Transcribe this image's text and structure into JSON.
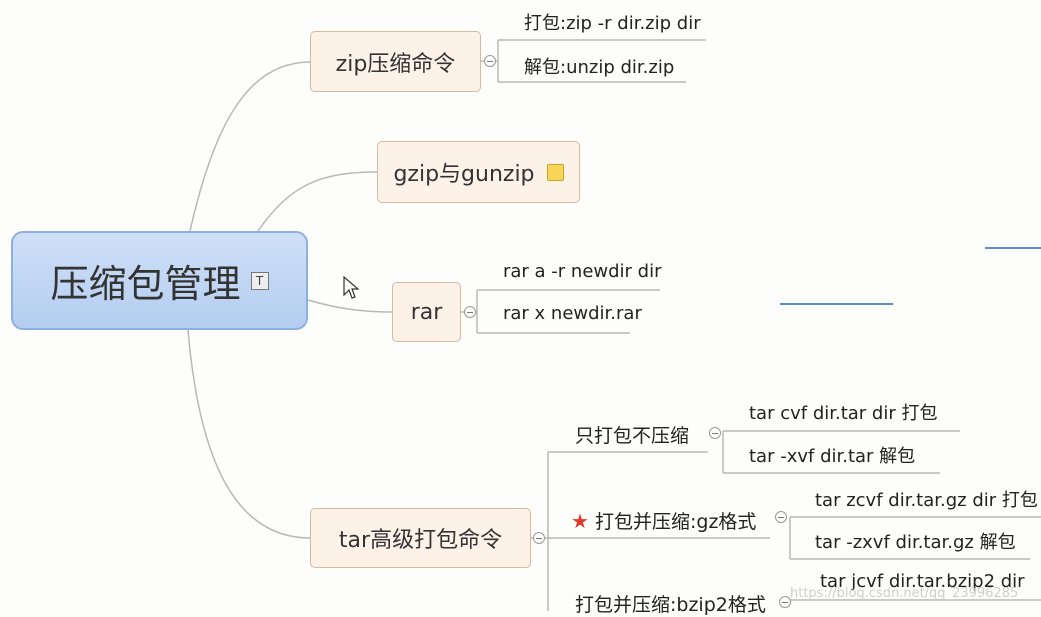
{
  "root": {
    "label": "压缩包管理",
    "icon": "T"
  },
  "branches": {
    "zip": {
      "label": "zip压缩命令",
      "leaves": [
        "打包:zip -r dir.zip dir",
        "解包:unzip dir.zip"
      ]
    },
    "gzip": {
      "label": "gzip与gunzip",
      "icon": "note-icon"
    },
    "rar": {
      "label": "rar",
      "leaves": [
        "rar a -r newdir dir",
        "rar x newdir.rar"
      ]
    },
    "tar": {
      "label": "tar高级打包命令",
      "groups": [
        {
          "label": "只打包不压缩",
          "leaves": [
            "tar cvf dir.tar dir    打包",
            "tar -xvf dir.tar    解包"
          ]
        },
        {
          "label": "打包并压缩:gz格式",
          "icon": "star-icon",
          "leaves": [
            "tar zcvf dir.tar.gz dir    打包",
            "tar -zxvf dir.tar.gz 解包"
          ]
        },
        {
          "label": "打包并压缩:bzip2格式",
          "leaves": [
            "tar jcvf dir.tar.bzip2 dir"
          ]
        }
      ]
    }
  },
  "watermark": "https://blog.csdn.net/qq_23996285",
  "colors": {
    "root_fill": "#b4cdf0",
    "topic_fill": "#fcf2e8",
    "topic_border": "#d7b99e",
    "connector": "#b8b8b8",
    "star": "#e03c2c"
  }
}
